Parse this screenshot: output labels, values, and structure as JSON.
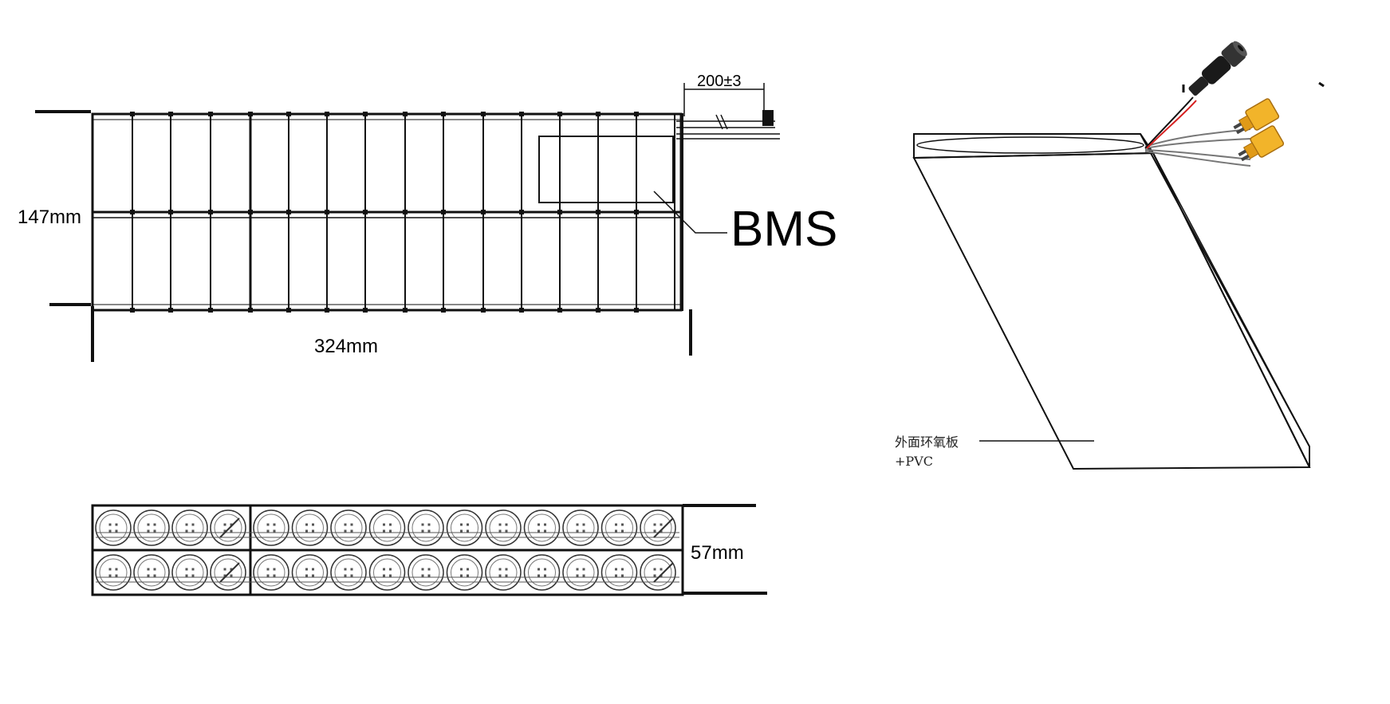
{
  "dimensions": {
    "width_label": "324mm",
    "height_label": "147mm",
    "thickness_label": "57mm",
    "wire_length_label": "200±3"
  },
  "labels": {
    "bms": "BMS",
    "casing_line1": "外面环氧板",
    "casing_line2": "+PVC"
  },
  "colors": {
    "line": "#111111",
    "connector_yellow": "#F2B42A",
    "dc_plug_dark": "#1a1a1a",
    "wire_red": "#d62020"
  },
  "icons": {
    "xt_connector": "xt60-connector-icon",
    "dc_plug": "dc-barrel-plug-icon"
  }
}
